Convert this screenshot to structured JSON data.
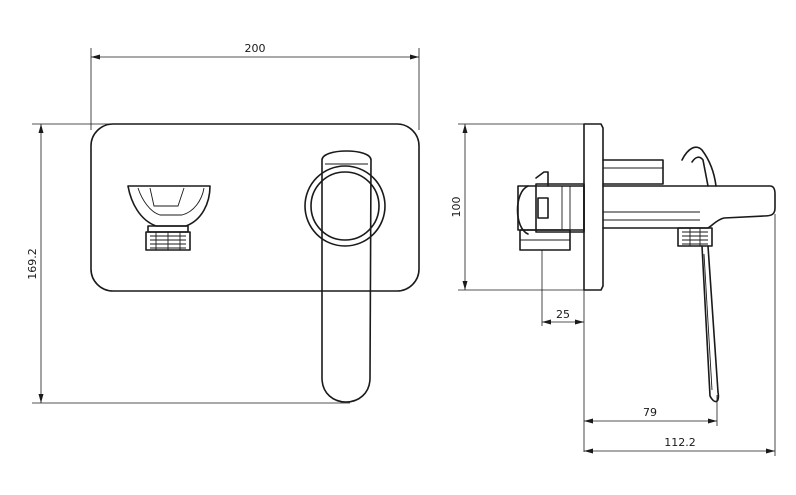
{
  "dimensions": {
    "front_width": "200",
    "front_height": "169.2",
    "side_plate_height": "100",
    "wall_depth": "25",
    "spout_depth": "79",
    "overall_depth": "112.2"
  }
}
